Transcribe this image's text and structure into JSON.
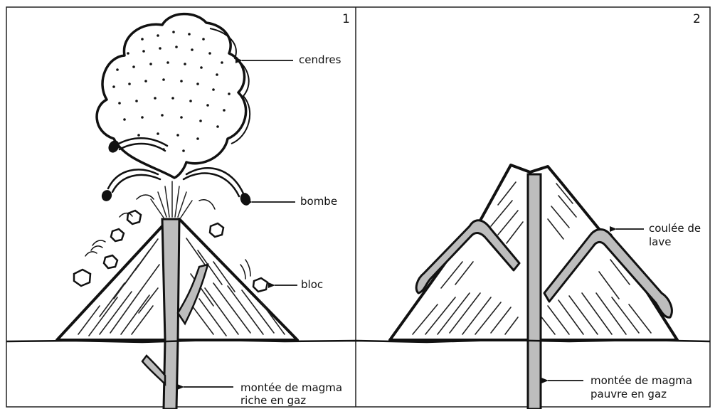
{
  "panel1": {
    "number": "1",
    "labels": {
      "ash": "cendres",
      "bomb": "bombe",
      "block": "bloc",
      "magma_line1": "montée de magma",
      "magma_line2": "riche en gaz"
    }
  },
  "panel2": {
    "number": "2",
    "labels": {
      "lava_line1": "coulée de",
      "lava_line2": "lave",
      "magma_line1": "montée de magma",
      "magma_line2": "pauvre en gaz"
    }
  },
  "colors": {
    "ink": "#111111",
    "magma": "#bdbdbd",
    "background": "#ffffff"
  }
}
